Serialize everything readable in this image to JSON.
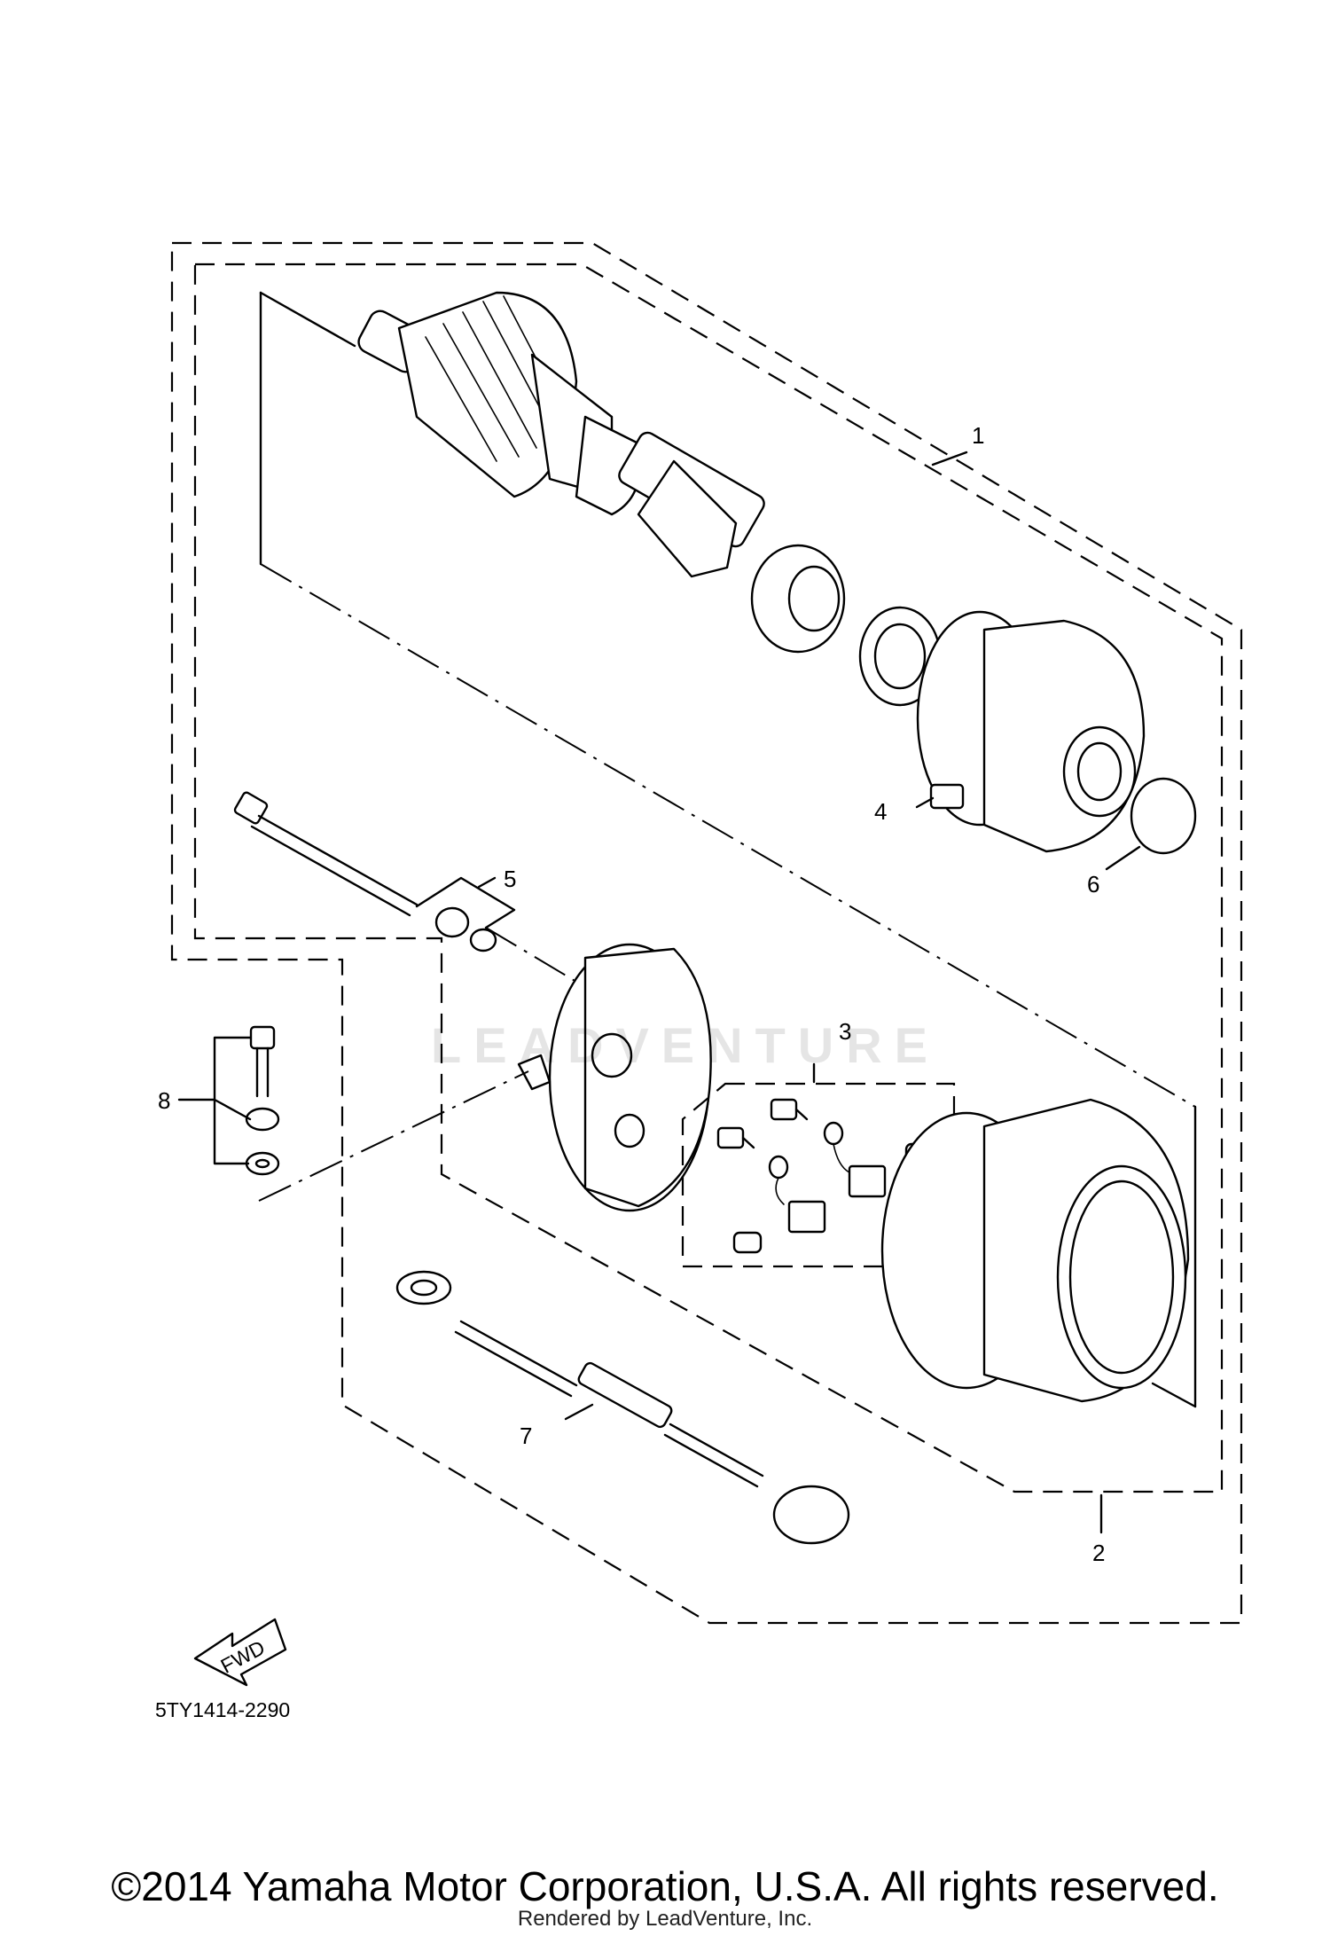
{
  "diagram": {
    "callouts": {
      "c1": "1",
      "c2": "2",
      "c3": "3",
      "c4": "4",
      "c5": "5",
      "c6": "6",
      "c7": "7",
      "c8": "8"
    },
    "fwd_label": "FWD",
    "part_code": "5TY1414-2290",
    "watermark": "LEADVENTURE"
  },
  "footer": {
    "copyright": "©2014 Yamaha Motor Corporation, U.S.A. All rights reserved.",
    "rendered_by": "Rendered by LeadVenture, Inc."
  }
}
